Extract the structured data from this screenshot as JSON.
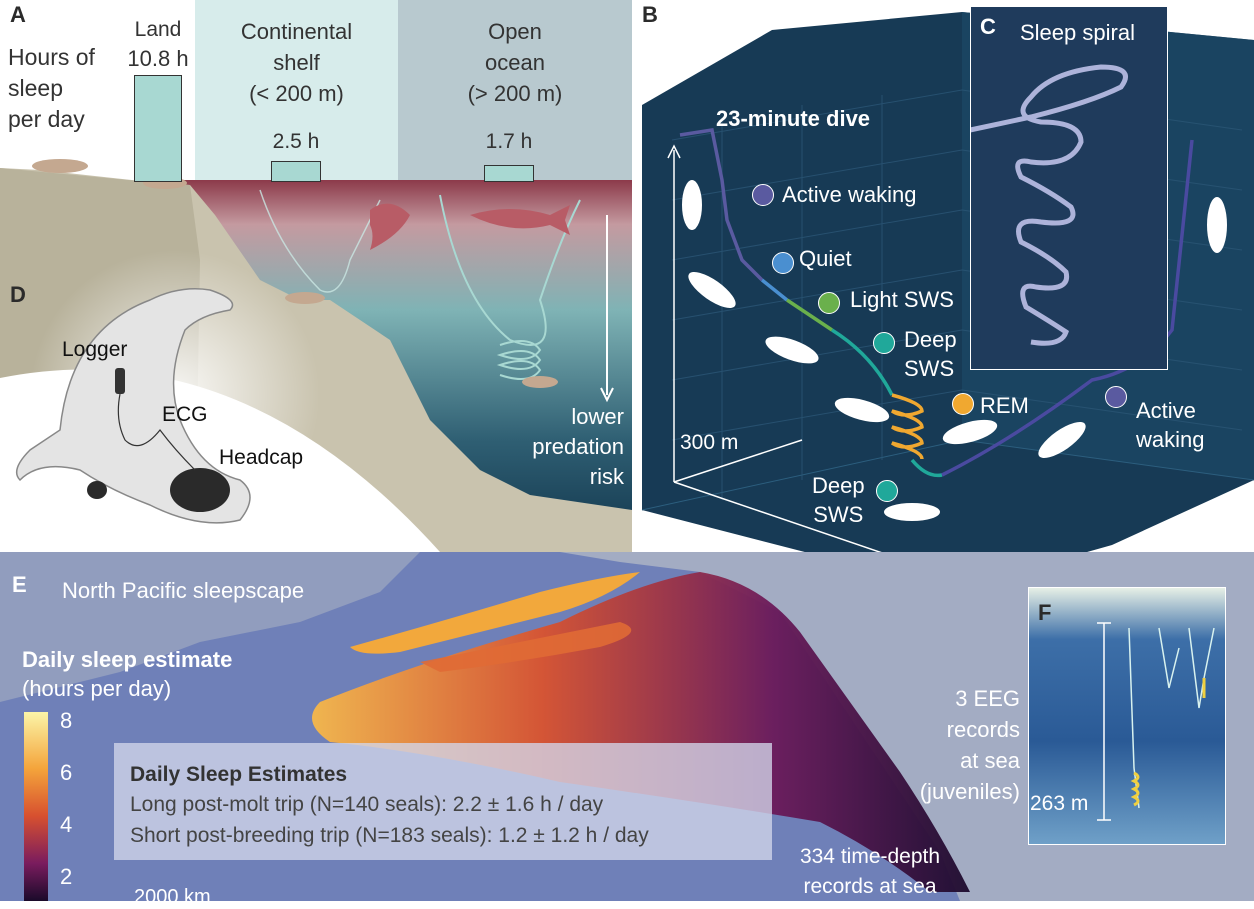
{
  "panel_a": {
    "letter": "A",
    "y_label": [
      "Hours of",
      "sleep",
      "per day"
    ],
    "habitats": [
      {
        "name": [
          "Land"
        ],
        "value_label": "10.8 h",
        "hours": 10.8,
        "color": "#ffffff"
      },
      {
        "name": [
          "Continental",
          "shelf",
          "(< 200 m)"
        ],
        "value_label": "2.5 h",
        "hours": 2.5,
        "color": "#d7eceb"
      },
      {
        "name": [
          "Open",
          "ocean",
          "(> 200 m)"
        ],
        "value_label": "1.7 h",
        "hours": 1.7,
        "color": "#b8c9cf"
      }
    ],
    "risk_label": [
      "lower",
      "predation",
      "risk"
    ],
    "bar_color": "#a8d8d2"
  },
  "panel_b": {
    "letter": "B",
    "title": "23-minute dive",
    "depth_label": "300 m",
    "stages": [
      {
        "label": [
          "Active waking"
        ],
        "color": "#5a5aa0"
      },
      {
        "label": [
          "Quiet"
        ],
        "color": "#4a8fd0"
      },
      {
        "label": [
          "Light SWS"
        ],
        "color": "#6ab04c"
      },
      {
        "label": [
          "Deep",
          "SWS"
        ],
        "color": "#20a89a"
      },
      {
        "label": [
          "REM"
        ],
        "color": "#f0a830"
      },
      {
        "label": [
          "Active",
          "waking"
        ],
        "color": "#5a5aa0"
      },
      {
        "label": [
          "Deep",
          "SWS"
        ],
        "color": "#20a89a"
      }
    ]
  },
  "panel_c": {
    "letter": "C",
    "title": "Sleep spiral"
  },
  "panel_d": {
    "letter": "D",
    "labels": {
      "logger": "Logger",
      "ecg": "ECG",
      "headcap": "Headcap"
    }
  },
  "panel_e": {
    "letter": "E",
    "title": "North Pacific sleepscape",
    "legend_title": "Daily sleep estimate",
    "legend_unit": "(hours per day)",
    "legend_ticks": [
      "8",
      "6",
      "4",
      "2"
    ],
    "scale_bar": "2000 km",
    "summary": {
      "title": "Daily Sleep Estimates",
      "lines": [
        "Long post-molt trip (N=140 seals): 2.2 ± 1.6 h / day",
        "Short post-breeding trip (N=183 seals): 1.2 ± 1.2 h / day"
      ]
    },
    "records_note": [
      "334 time-depth",
      "records at sea"
    ]
  },
  "panel_f": {
    "letter": "F",
    "note": [
      "3 EEG",
      "records",
      "at sea",
      "(juveniles)"
    ],
    "depth_label": "263 m"
  }
}
